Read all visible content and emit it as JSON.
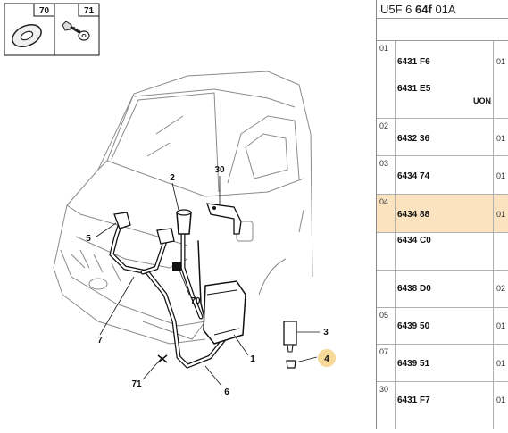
{
  "header": {
    "code_prefix": "U5F 6",
    "code_bold": "64f",
    "code_suffix": "01A"
  },
  "legend": [
    {
      "number": "70"
    },
    {
      "number": "71"
    }
  ],
  "callouts": [
    "2",
    "30",
    "5",
    "70",
    "7",
    "3",
    "4",
    "1",
    "71",
    "6"
  ],
  "rows": [
    {
      "index": "01",
      "refs": [
        "6431 F6",
        "6431 E5"
      ],
      "note": "UON",
      "qty": "01",
      "highlight": false
    },
    {
      "index": "02",
      "refs": [
        "6432 36"
      ],
      "note": "",
      "qty": "01",
      "highlight": false
    },
    {
      "index": "03",
      "refs": [
        "6434 74"
      ],
      "note": "",
      "qty": "01",
      "highlight": false
    },
    {
      "index": "04",
      "refs": [
        "6434 88",
        "6434 C0"
      ],
      "note": "",
      "qty": "01",
      "highlight": true
    },
    {
      "index": "",
      "refs": [
        "6438 D0"
      ],
      "note": "",
      "qty": "02",
      "highlight": false
    },
    {
      "index": "05",
      "refs": [
        "6439 50"
      ],
      "note": "",
      "qty": "01",
      "highlight": false
    },
    {
      "index": "07",
      "refs": [
        "6439 51"
      ],
      "note": "",
      "qty": "01",
      "highlight": false
    },
    {
      "index": "30",
      "refs": [
        "6431 F7"
      ],
      "note": "",
      "qty": "01",
      "highlight": false
    }
  ],
  "colors": {
    "highlight": "#fbe3bf",
    "callout_4_circle": "#f7d99a",
    "lines": "#8a8a8a"
  }
}
